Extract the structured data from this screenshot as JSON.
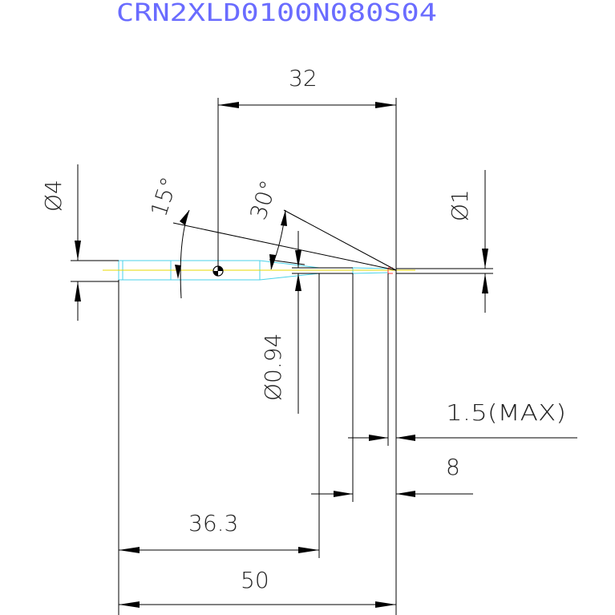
{
  "title": "CRN2XLD0100N080S04",
  "colors": {
    "background": "#ffffff",
    "title": "#6a6cff",
    "lines": "#000000",
    "tool_outline": "#4ad2e8",
    "centerline": "#e8d800",
    "tip_mark": "#ff3b3b",
    "arrow": "#000000"
  },
  "dimensions": {
    "overall_length_32": "32",
    "angle_15": "15°",
    "angle_30": "30°",
    "shank_diameter": "Ø4",
    "tip_diameter": "Ø1",
    "neck_diameter": "Ø0.94",
    "flute_length_max": "1.5(MAX)",
    "neck_length": "8",
    "body_length": "36.3",
    "total_length": "50"
  },
  "icons": {
    "center_mark": "center-of-gravity-icon"
  }
}
